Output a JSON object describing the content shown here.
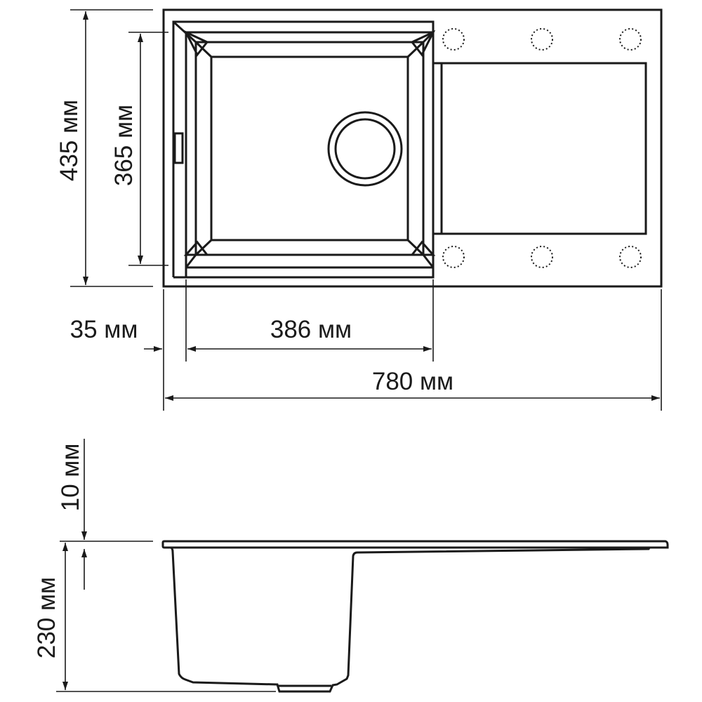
{
  "drawing": {
    "title": "Kitchen sink dimension drawing",
    "colors": {
      "line": "#1a1a1a",
      "background": "#ffffff"
    },
    "dimensions": {
      "total_depth": "435 мм",
      "bowl_depth": "365 мм",
      "edge_offset": "35 мм",
      "bowl_width": "386 мм",
      "total_width": "780 мм",
      "rim_thickness": "10 мм",
      "bowl_height": "230 мм"
    }
  }
}
